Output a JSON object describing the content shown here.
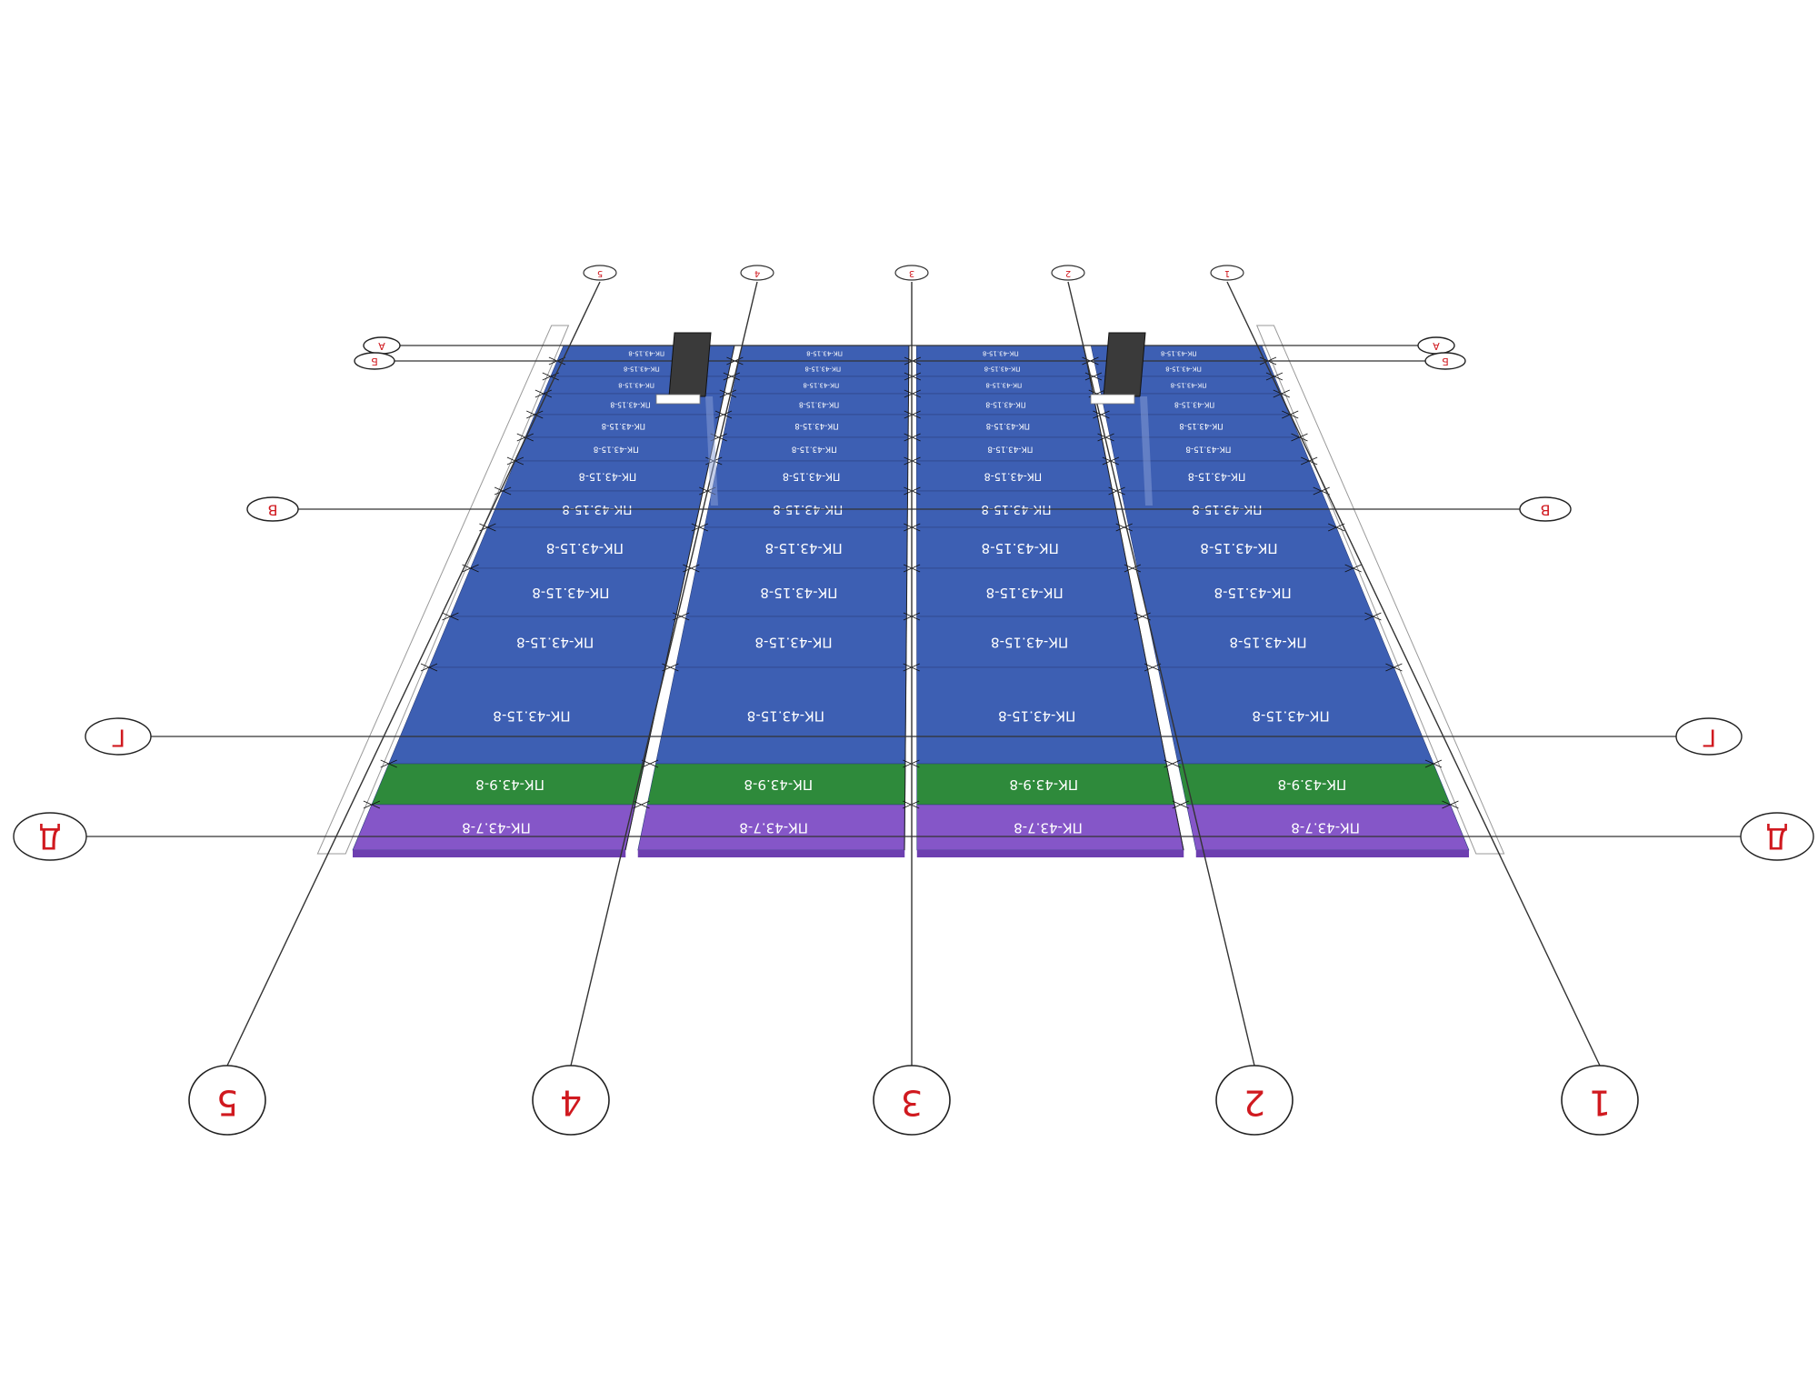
{
  "diagram": {
    "axes_numeric": [
      "5",
      "4",
      "3",
      "2",
      "1"
    ],
    "axes_letter": [
      "А",
      "Б",
      "В",
      "Г",
      "Д"
    ],
    "rows": [
      {
        "label": "ПК-43.15-8",
        "type": "blue"
      },
      {
        "label": "ПК-43.15-8",
        "type": "blue"
      },
      {
        "label": "ПК-43.15-8",
        "type": "blue"
      },
      {
        "label": "ПК-43.15-8",
        "type": "blue"
      },
      {
        "label": "ПК-43.15-8",
        "type": "blue"
      },
      {
        "label": "ПК-43.15-8",
        "type": "blue"
      },
      {
        "label": "ПК-43.15-8",
        "type": "blue"
      },
      {
        "label": "ПК-43.15-8",
        "type": "blue"
      },
      {
        "label": "ПК-43.15-8",
        "type": "blue"
      },
      {
        "label": "ПК-43.15-8",
        "type": "blue"
      },
      {
        "label": "ПК-43.15-8",
        "type": "blue"
      },
      {
        "label": "ПК-43.9-8",
        "type": "green"
      },
      {
        "label": "ПК-43.7-8",
        "type": "purple"
      }
    ],
    "colors": {
      "blue": "#3d5fb3",
      "green": "#2e8a3b",
      "purple": "#8556c8",
      "grid_line": "#333333",
      "bubble_text": "#d0191f",
      "column_block": "#3a3a3a"
    },
    "orientation": "upside-down"
  }
}
